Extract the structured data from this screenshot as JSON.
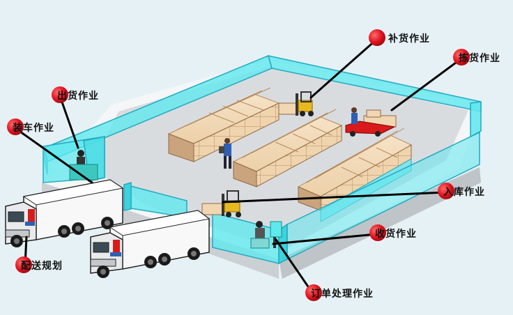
{
  "labels": {
    "replenish": "补货作业",
    "picking": "拣货作业",
    "shipping": "出货作业",
    "loading": "装车作业",
    "putaway": "入库作业",
    "receiving": "收货作业",
    "delivery_planning": "配送规划",
    "order_processing": "订单处理作业"
  },
  "colors": {
    "background": "#e6f1f5",
    "wall_fill": "#5fe8ee",
    "wall_stroke": "#22a9c0",
    "floor": "#d9dcdf",
    "box": "#f1d6b2",
    "box_dark": "#caa47c",
    "dot": "#e0131f",
    "forklift": "#e8b820",
    "red_cart": "#d81a1a"
  },
  "icons": {
    "forklift": "forklift-icon",
    "truck": "truck-icon",
    "worker": "worker-icon",
    "callout_dot": "red-dot-icon"
  }
}
